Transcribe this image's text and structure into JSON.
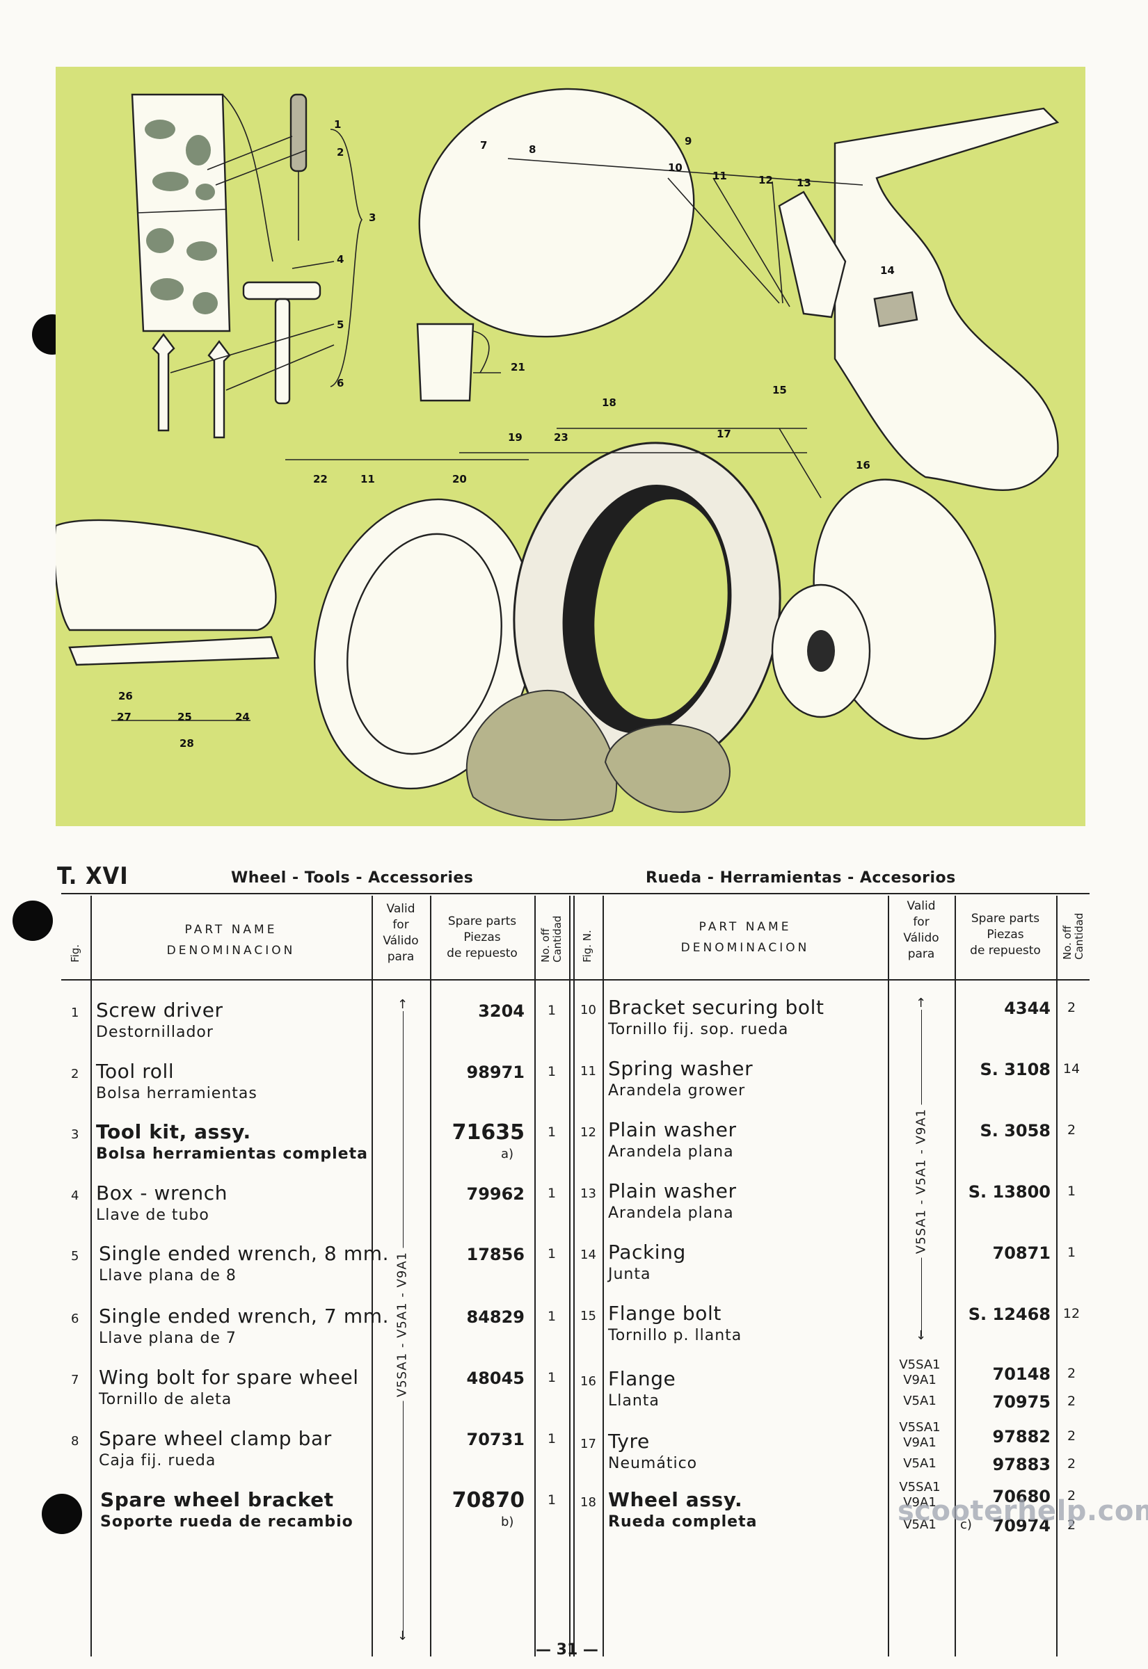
{
  "plate": {
    "code": "T. XVI",
    "title_en": "Wheel - Tools - Accessories",
    "title_es": "Rueda - Herramientas - Accesorios",
    "callouts": [
      "1",
      "2",
      "3",
      "4",
      "5",
      "6",
      "7",
      "8",
      "9",
      "10",
      "11",
      "12",
      "13",
      "14",
      "15",
      "16",
      "17",
      "18",
      "19",
      "20",
      "11",
      "21",
      "22",
      "23",
      "24",
      "25",
      "26",
      "27",
      "28"
    ]
  },
  "table_header": {
    "fig": "Fig.",
    "fig_n": "Fig. N.",
    "part_name": "PART NAME",
    "denominacion": "DENOMINACION",
    "valid_for": [
      "Valid",
      "for",
      "Válido",
      "para"
    ],
    "spare_parts": [
      "Spare parts",
      "Piezas",
      "de repuesto"
    ],
    "qty": [
      "No. off",
      "Cantidad"
    ]
  },
  "left_rows": [
    {
      "fig": "1",
      "name_en": "Screw driver",
      "name_es": "Destornillador",
      "part": "3204",
      "qty": "1",
      "note": ""
    },
    {
      "fig": "2",
      "name_en": "Tool roll",
      "name_es": "Bolsa herramientas",
      "part": "98971",
      "qty": "1",
      "note": ""
    },
    {
      "fig": "3",
      "name_en": "Tool kit, assy.",
      "name_es": "Bolsa herramientas completa",
      "part": "71635",
      "qty": "1",
      "note": "a)"
    },
    {
      "fig": "4",
      "name_en": "Box - wrench",
      "name_es": "Llave de tubo",
      "part": "79962",
      "qty": "1",
      "note": ""
    },
    {
      "fig": "5",
      "name_en": "Single ended wrench, 8 mm.",
      "name_es": "Llave plana de 8",
      "part": "17856",
      "qty": "1",
      "note": ""
    },
    {
      "fig": "6",
      "name_en": "Single ended wrench, 7 mm.",
      "name_es": "Llave plana de 7",
      "part": "84829",
      "qty": "1",
      "note": ""
    },
    {
      "fig": "7",
      "name_en": "Wing bolt for spare wheel",
      "name_es": "Tornillo de aleta",
      "part": "48045",
      "qty": "1",
      "note": ""
    },
    {
      "fig": "8",
      "name_en": "Spare wheel clamp bar",
      "name_es": "Caja fij. rueda",
      "part": "70731",
      "qty": "1",
      "note": ""
    },
    {
      "fig": "",
      "name_en": "Spare wheel bracket",
      "name_es": "Soporte rueda de recambio",
      "part": "70870",
      "qty": "1",
      "note": "b)"
    }
  ],
  "left_valid_range": "V5SA1 - V5A1 - V9A1",
  "right_rows": [
    {
      "fig": "10",
      "name_en": "Bracket securing bolt",
      "name_es": "Tornillo fij. sop. rueda",
      "valid": [],
      "parts": [
        "4344"
      ],
      "qty": [
        "2"
      ]
    },
    {
      "fig": "11",
      "name_en": "Spring washer",
      "name_es": "Arandela grower",
      "valid": [],
      "parts": [
        "S. 3108"
      ],
      "qty": [
        "14"
      ]
    },
    {
      "fig": "12",
      "name_en": "Plain washer",
      "name_es": "Arandela plana",
      "valid": [],
      "parts": [
        "S. 3058"
      ],
      "qty": [
        "2"
      ]
    },
    {
      "fig": "13",
      "name_en": "Plain washer",
      "name_es": "Arandela plana",
      "valid": [],
      "parts": [
        "S. 13800"
      ],
      "qty": [
        "1"
      ]
    },
    {
      "fig": "14",
      "name_en": "Packing",
      "name_es": "Junta",
      "valid": [],
      "parts": [
        "70871"
      ],
      "qty": [
        "1"
      ]
    },
    {
      "fig": "15",
      "name_en": "Flange bolt",
      "name_es": "Tornillo p. llanta",
      "valid": [],
      "parts": [
        "S. 12468"
      ],
      "qty": [
        "12"
      ]
    },
    {
      "fig": "16",
      "name_en": "Flange",
      "name_es": "Llanta",
      "valid": [
        "V5SA1 V9A1",
        "V5A1"
      ],
      "parts": [
        "70148",
        "70975"
      ],
      "qty": [
        "2",
        "2"
      ]
    },
    {
      "fig": "17",
      "name_en": "Tyre",
      "name_es": "Neumático",
      "valid": [
        "V5SA1 V9A1",
        "V5A1"
      ],
      "parts": [
        "97882",
        "97883"
      ],
      "qty": [
        "2",
        "2"
      ]
    },
    {
      "fig": "18",
      "name_en": "Wheel assy.",
      "name_es": "Rueda completa",
      "valid": [
        "V5SA1 V9A1",
        "V5A1"
      ],
      "parts": [
        "70680",
        "70974"
      ],
      "qty": [
        "2",
        "2"
      ],
      "note": "c)"
    }
  ],
  "right_valid_range": "V5SA1 - V5A1 - V9A1",
  "page_number": "— 31 —",
  "watermark": "scooterhelp.com",
  "colors": {
    "plate_background": "#d6e27b",
    "paper": "#fbfaf6",
    "ink": "#1b1b1b"
  }
}
